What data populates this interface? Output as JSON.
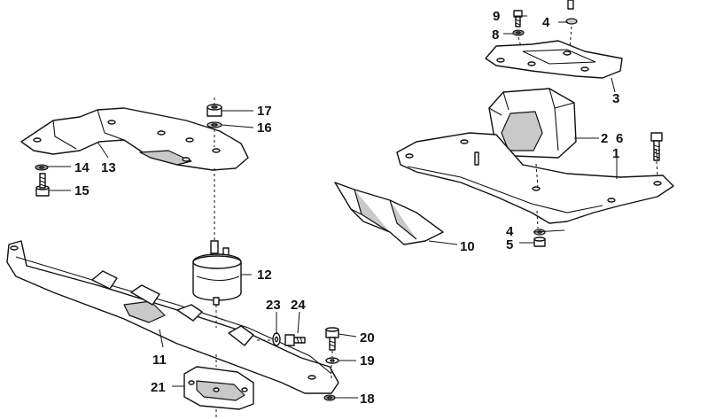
{
  "callouts": {
    "c1": "1",
    "c2": "2",
    "c3": "3",
    "c4a": "4",
    "c4b": "4",
    "c5": "5",
    "c6": "6",
    "c8": "8",
    "c9": "9",
    "c10": "10",
    "c11": "11",
    "c12": "12",
    "c13": "13",
    "c14": "14",
    "c15": "15",
    "c16": "16",
    "c17": "17",
    "c18": "18",
    "c19": "19",
    "c20": "20",
    "c21": "21",
    "c23": "23",
    "c24": "24"
  }
}
